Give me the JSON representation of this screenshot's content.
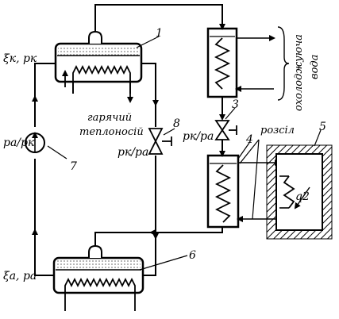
{
  "labels": {
    "generator_inlet": "ξк, pк",
    "absorber_inlet": "ξа, pа",
    "pump_pressure": "pа/pк",
    "valve8_pressure": "pк/pа",
    "valve3_pressure": "pк/pа",
    "hot_coolant": "гарячий теплоносій",
    "cooling_water": "охолоджуюча вода",
    "brine": "розсіл",
    "heat_load": "q2"
  },
  "numbers": {
    "n1": "1",
    "n3": "3",
    "n4": "4",
    "n5": "5",
    "n6": "6",
    "n7": "7",
    "n8": "8"
  }
}
